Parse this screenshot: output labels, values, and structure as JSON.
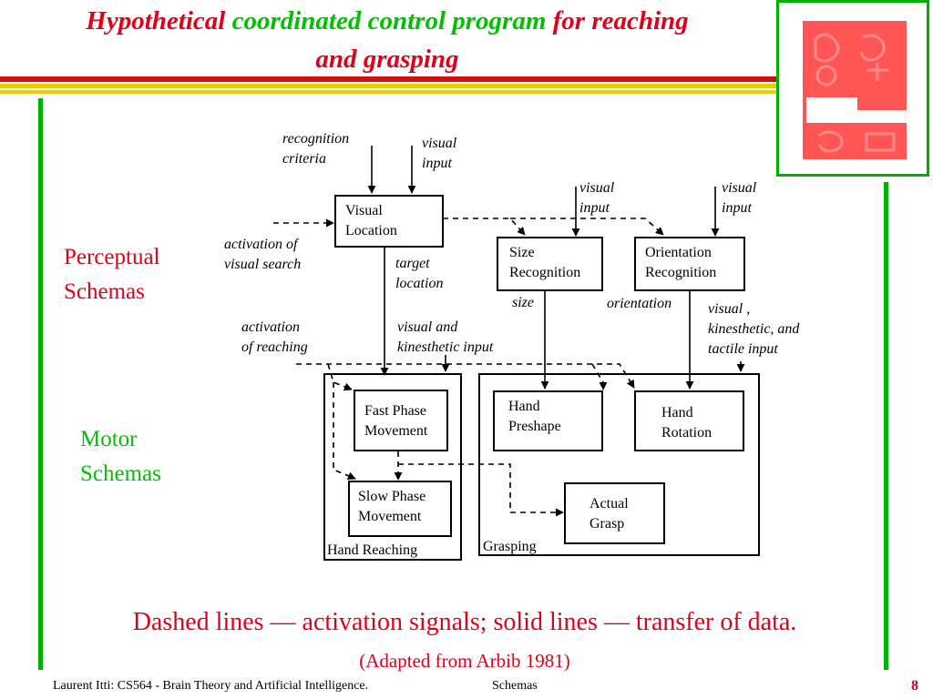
{
  "slide": {
    "title_line1_part1": "Hypothetical",
    "title_line1_part2": "coordinated control program",
    "title_line1_part3": "for reaching",
    "title_line2": "and grasping",
    "caption": "Dashed lines — activation signals; solid lines — transfer of data.",
    "source": "(Adapted from Arbib 1981)",
    "footer_left": "Laurent Itti: CS564 - Brain Theory and Artificial Intelligence.",
    "footer_center": "Schemas",
    "page_number": "8"
  },
  "sections": {
    "perceptual_line1": "Perceptual",
    "perceptual_line2": "Schemas",
    "motor_line1": "Motor",
    "motor_line2": "Schemas"
  },
  "boxes": {
    "visual_location": [
      "Visual",
      "Location"
    ],
    "size_recognition": [
      "Size",
      "Recognition"
    ],
    "orientation_recognition": [
      "Orientation",
      "Recognition"
    ],
    "fast_phase": [
      "Fast Phase",
      "Movement"
    ],
    "slow_phase": [
      "Slow Phase",
      "Movement"
    ],
    "hand_preshape": [
      "Hand",
      "Preshape"
    ],
    "hand_rotation": [
      "Hand",
      "Rotation"
    ],
    "actual_grasp": [
      "Actual",
      "Grasp"
    ]
  },
  "groups": {
    "hand_reaching": "Hand Reaching",
    "grasping": "Grasping"
  },
  "labels": {
    "recognition_criteria": [
      "recognition",
      "criteria"
    ],
    "visual_input_1": [
      "visual",
      "input"
    ],
    "visual_input_2": [
      "visual",
      "input"
    ],
    "visual_input_3": [
      "visual",
      "input"
    ],
    "activation_visual_search": [
      "activation of",
      "visual search"
    ],
    "target_location": [
      "target",
      "location"
    ],
    "size": "size",
    "orientation": "orientation",
    "activation_reaching": [
      "activation",
      "of reaching"
    ],
    "visual_kinesthetic": [
      "visual and",
      "kinesthetic input"
    ],
    "visual_kinesthetic_tactile": [
      "visual ,",
      "kinesthetic, and",
      "tactile input"
    ]
  },
  "colors": {
    "title_red": "#e0001a",
    "title_green": "#00c000",
    "perceptual": "#e0001a",
    "motor": "#00c000",
    "caption": "#e0001a",
    "source": "#e0001a",
    "stripe_red": "#d01010",
    "stripe_yellow": "#e8d000",
    "logo_bg": "#ff5555"
  },
  "logo": {
    "icon": "usc-logo-icon"
  }
}
